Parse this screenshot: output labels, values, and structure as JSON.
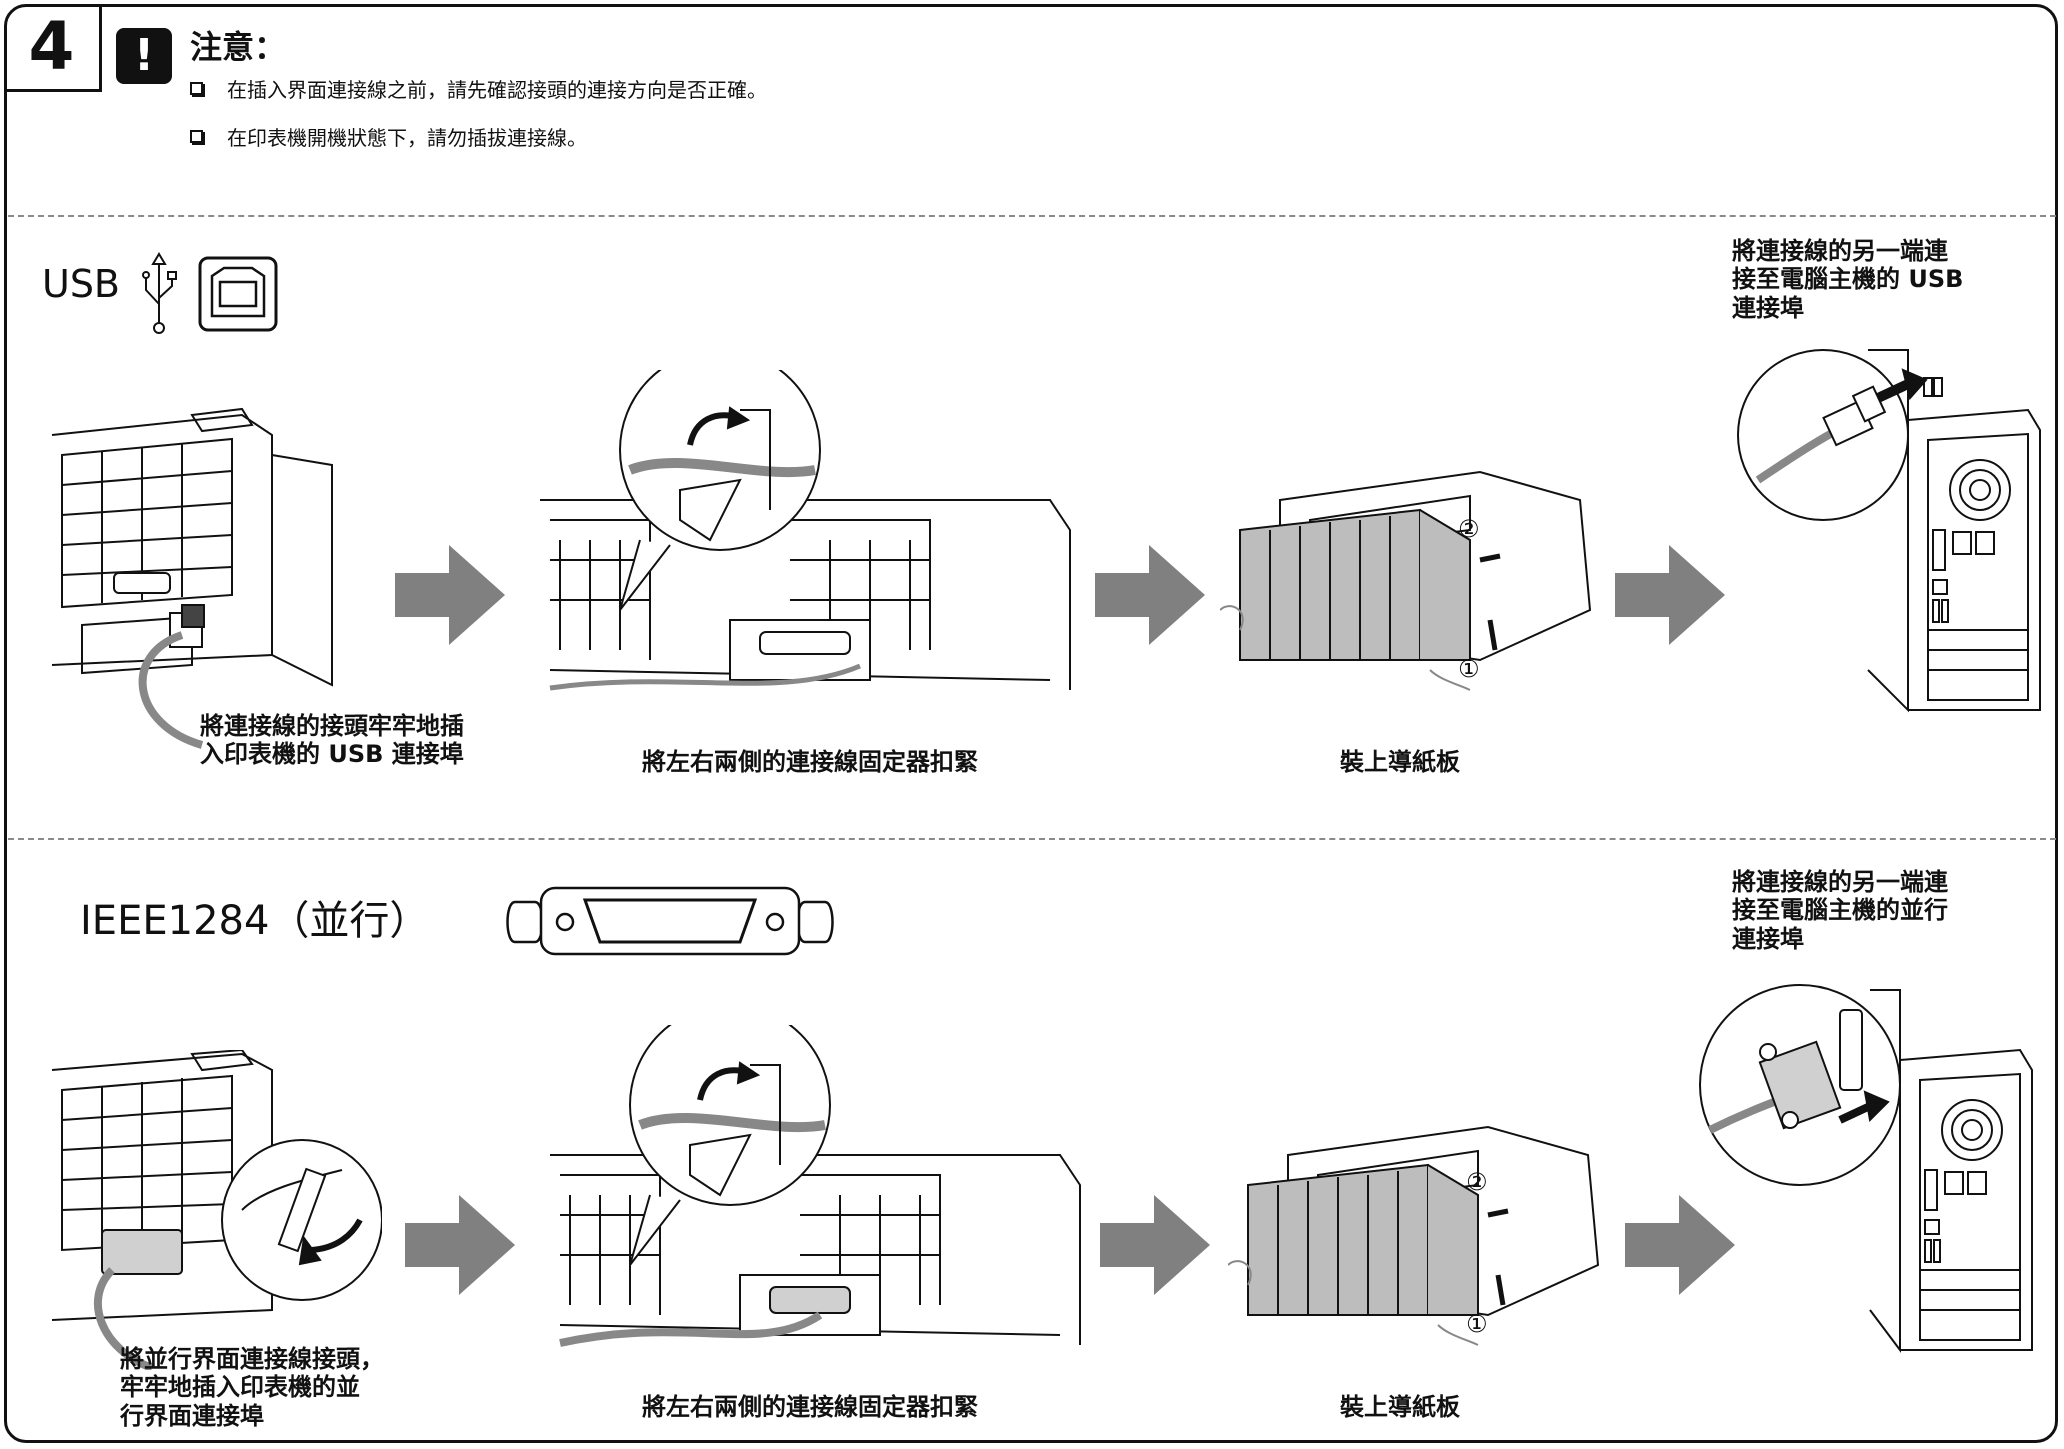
{
  "step": "4",
  "caution": {
    "icon": "exclamation-icon",
    "title": "注意：",
    "items": [
      "在插入界面連接線之前，請先確認接頭的連接方向是否正確。",
      "在印表機開機狀態下，請勿插拔連接線。"
    ]
  },
  "usb_section": {
    "label": "USB",
    "step1_caption_line1": "將連接線的接頭牢牢地插",
    "step1_caption_line2": "入印表機的 USB 連接埠",
    "step2_caption": "將左右兩側的連接線固定器扣緊",
    "step3_caption": "裝上導紙板",
    "step4_caption_line1": "將連接線的另一端連",
    "step4_caption_line2": "接至電腦主機的 USB",
    "step4_caption_line3": "連接埠",
    "order_mark_1": "①",
    "order_mark_2": "②"
  },
  "parallel_section": {
    "label": "IEEE1284（並行）",
    "step1_caption_line1": "將並行界面連接線接頭，",
    "step1_caption_line2": "牢牢地插入印表機的並",
    "step1_caption_line3": "行界面連接埠",
    "step2_caption": "將左右兩側的連接線固定器扣緊",
    "step3_caption": "裝上導紙板",
    "step4_caption_line1": "將連接線的另一端連",
    "step4_caption_line2": "接至電腦主機的並行",
    "step4_caption_line3": "連接埠",
    "order_mark_1": "①",
    "order_mark_2": "②"
  }
}
